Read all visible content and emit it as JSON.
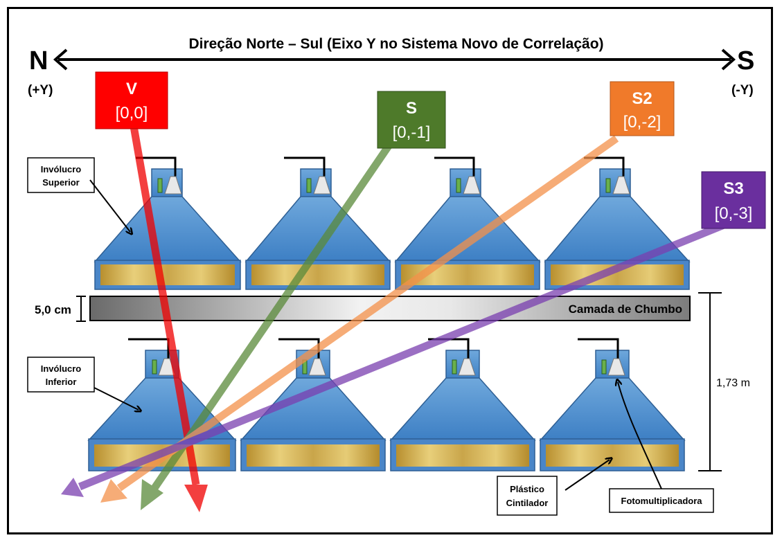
{
  "header": {
    "title": "Direção Norte – Sul (Eixo Y no Sistema Novo de Correlação)",
    "north": "N",
    "north_sign": "(+Y)",
    "south": "S",
    "south_sign": "(-Y)"
  },
  "stations": [
    {
      "name": "V",
      "coords": "[0,0]",
      "color": "#ff0000"
    },
    {
      "name": "S",
      "coords": "[0,-1]",
      "color": "#4e7a2a"
    },
    {
      "name": "S2",
      "coords": "[0,-2]",
      "color": "#f07a2a"
    },
    {
      "name": "S3",
      "coords": "[0,-3]",
      "color": "#6a2f9e"
    }
  ],
  "labels": {
    "upper_enclosure": [
      "Invólucro",
      "Superior"
    ],
    "lower_enclosure": [
      "Invólucro",
      "Inferior"
    ],
    "lead_layer": "Camada de Chumbo",
    "lead_thickness": "5,0 cm",
    "height": "1,73 m",
    "scintillator": [
      "Plástico",
      "Cintilador"
    ],
    "photomultiplier": "Fotomultiplicadora"
  },
  "colors": {
    "detector_blue": "#5b9bd5",
    "scintillator_gold": "#c9a54a",
    "lead_gray": "#8a8a8a"
  }
}
